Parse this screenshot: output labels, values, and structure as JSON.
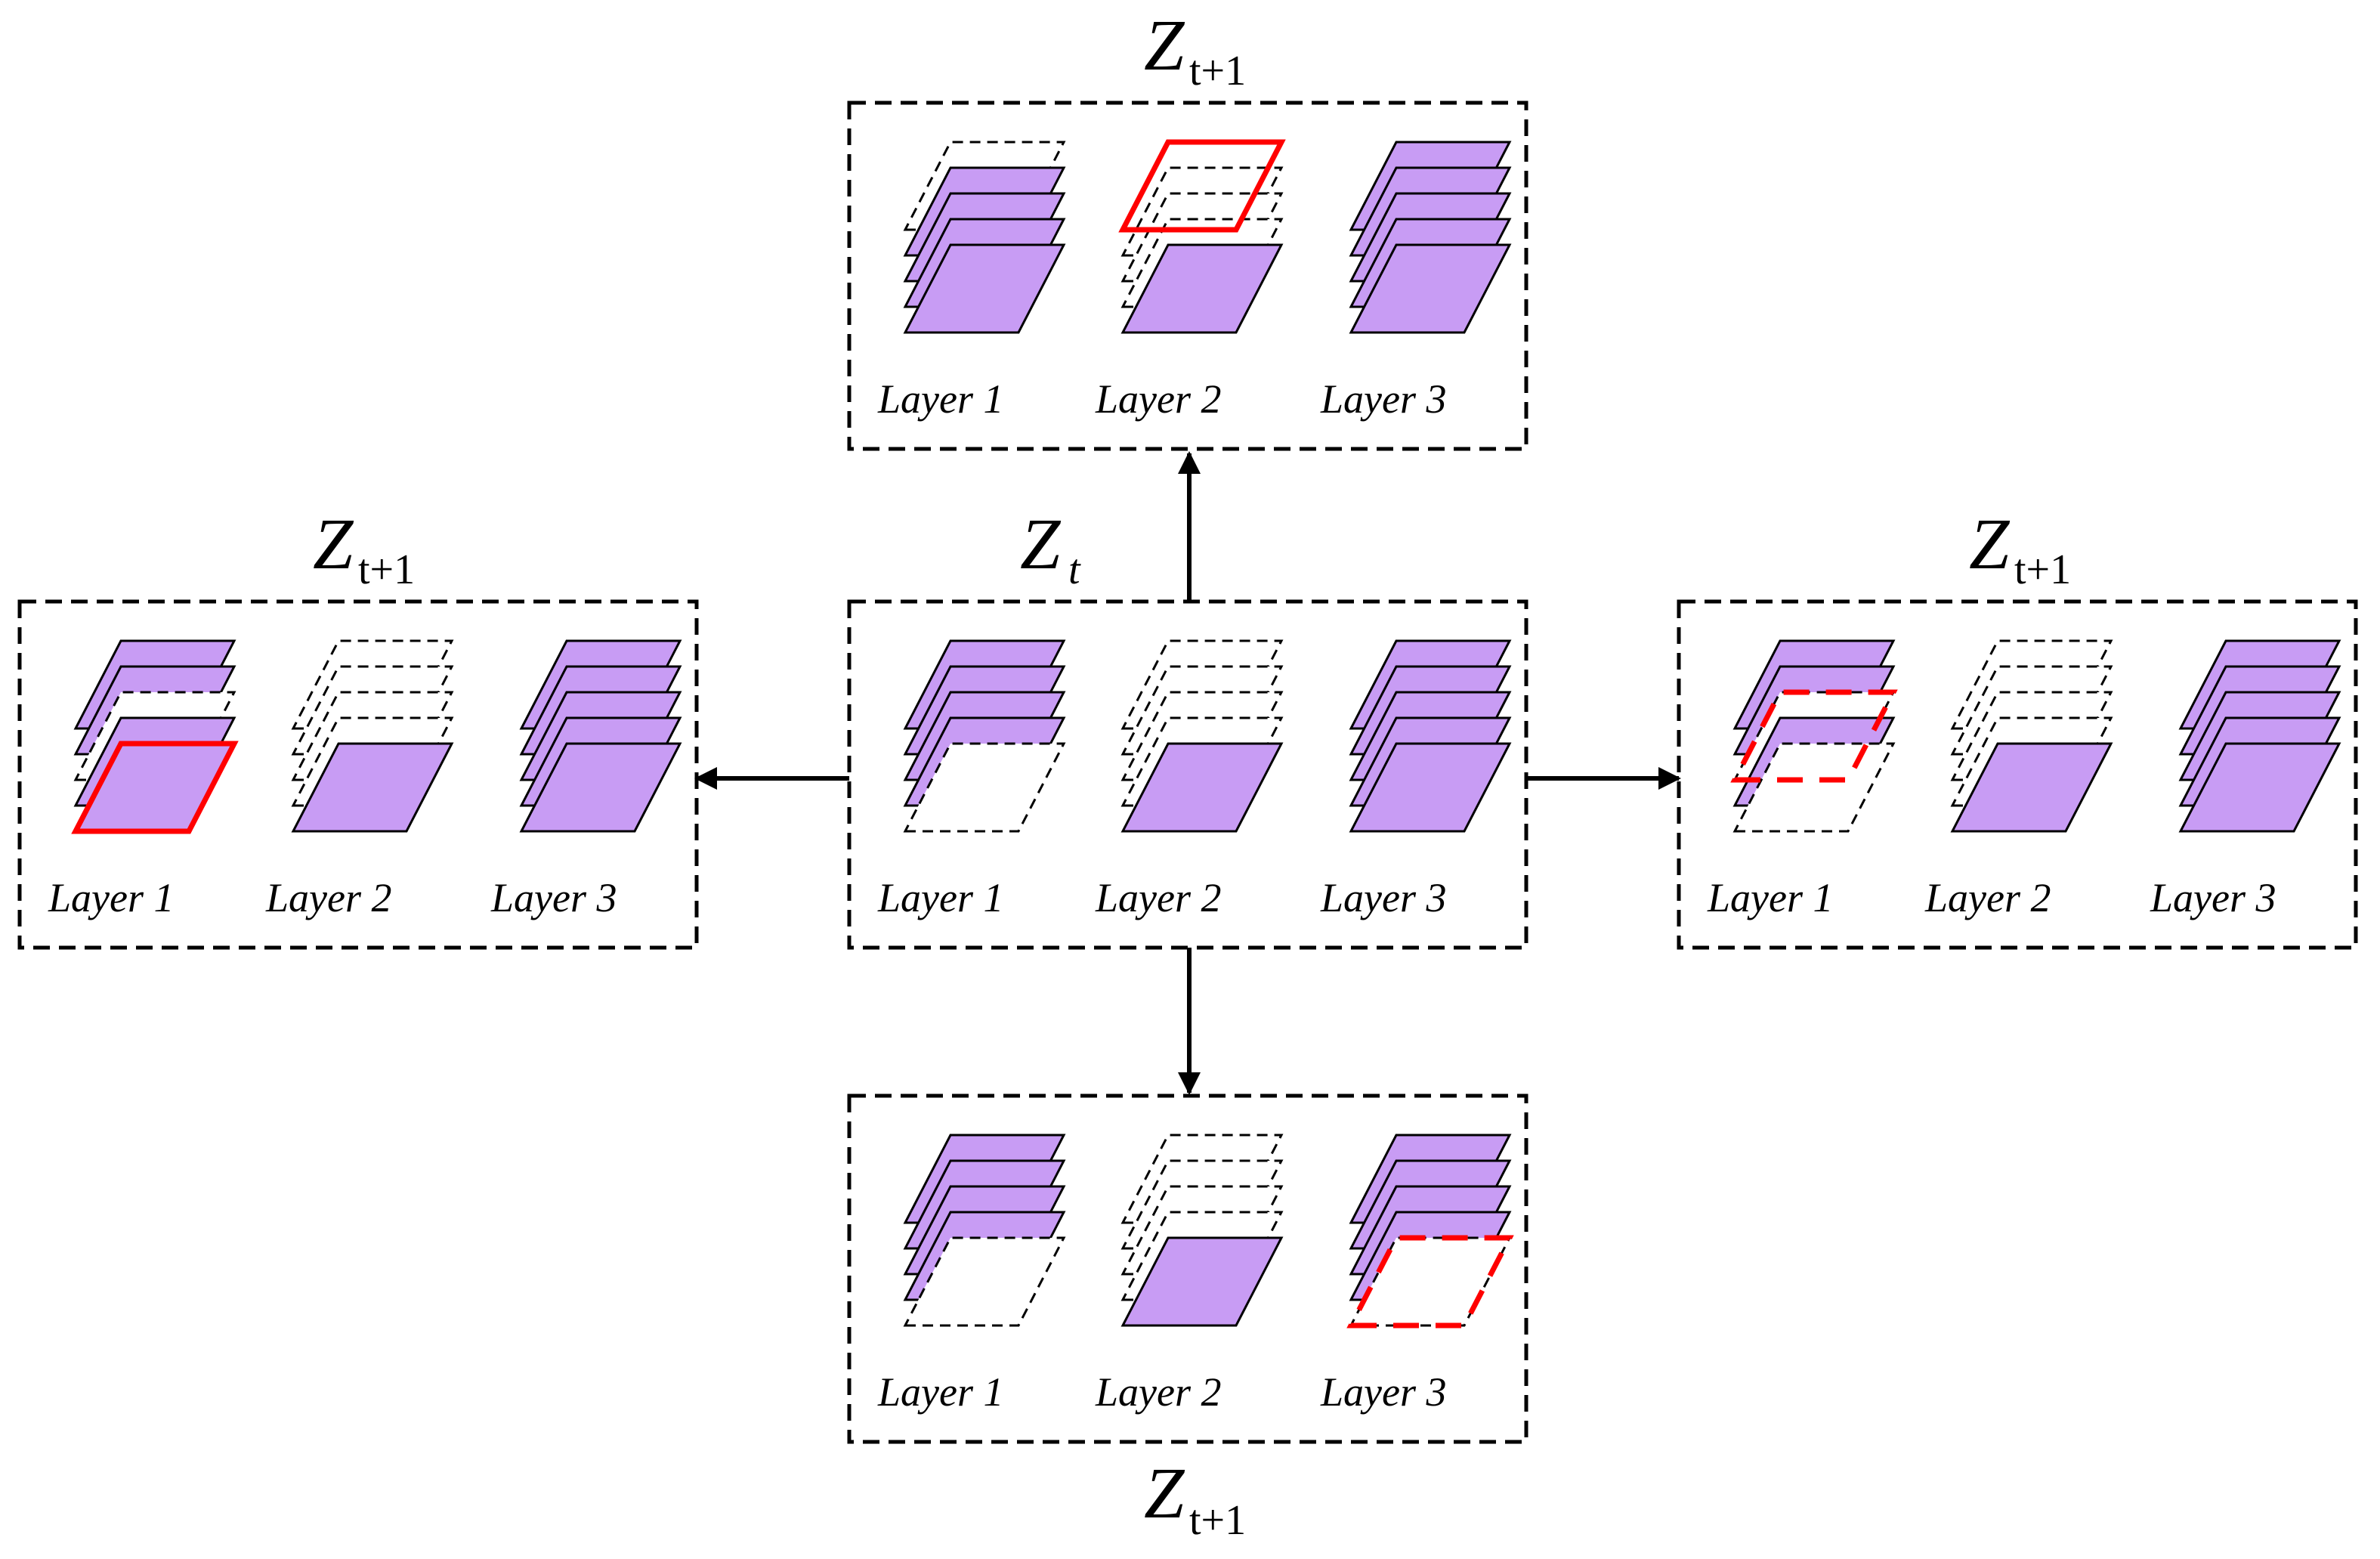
{
  "colors": {
    "fill": "#c89cf4",
    "stroke": "#000000",
    "highlight": "#ff0000",
    "background": "#ffffff"
  },
  "panels": [
    {
      "id": "top",
      "title": "Z",
      "subscript": "t+1",
      "layers": [
        {
          "label": "Layer 1",
          "count": 5,
          "solid": [
            0,
            1,
            2,
            3
          ],
          "highlight": null
        },
        {
          "label": "Layer 2",
          "count": 5,
          "solid": [
            0
          ],
          "highlight": {
            "sheet": 4,
            "style": "solid"
          }
        },
        {
          "label": "Layer 3",
          "count": 5,
          "solid": [
            0,
            1,
            2,
            3,
            4
          ],
          "highlight": null
        }
      ]
    },
    {
      "id": "left",
      "title": "Z",
      "subscript": "t+1",
      "layers": [
        {
          "label": "Layer 1",
          "count": 5,
          "solid": [
            0,
            1,
            3,
            4
          ],
          "highlight": {
            "sheet": 0,
            "style": "solid"
          }
        },
        {
          "label": "Layer 2",
          "count": 5,
          "solid": [
            0
          ],
          "highlight": null
        },
        {
          "label": "Layer 3",
          "count": 5,
          "solid": [
            0,
            1,
            2,
            3,
            4
          ],
          "highlight": null
        }
      ]
    },
    {
      "id": "center",
      "title": "Z",
      "subscript": "t",
      "layers": [
        {
          "label": "Layer 1",
          "count": 5,
          "solid": [
            1,
            2,
            3,
            4
          ],
          "highlight": null
        },
        {
          "label": "Layer 2",
          "count": 5,
          "solid": [
            0
          ],
          "highlight": null
        },
        {
          "label": "Layer 3",
          "count": 5,
          "solid": [
            0,
            1,
            2,
            3,
            4
          ],
          "highlight": null
        }
      ]
    },
    {
      "id": "right",
      "title": "Z",
      "subscript": "t+1",
      "layers": [
        {
          "label": "Layer 1",
          "count": 5,
          "solid": [
            1,
            3,
            4
          ],
          "highlight": {
            "sheet": 2,
            "style": "dashed"
          }
        },
        {
          "label": "Layer 2",
          "count": 5,
          "solid": [
            0
          ],
          "highlight": null
        },
        {
          "label": "Layer 3",
          "count": 5,
          "solid": [
            0,
            1,
            2,
            3,
            4
          ],
          "highlight": null
        }
      ]
    },
    {
      "id": "bottom",
      "title": "Z",
      "subscript": "t+1",
      "layers": [
        {
          "label": "Layer 1",
          "count": 5,
          "solid": [
            1,
            2,
            3,
            4
          ],
          "highlight": null
        },
        {
          "label": "Layer 2",
          "count": 5,
          "solid": [
            0
          ],
          "highlight": null
        },
        {
          "label": "Layer 3",
          "count": 5,
          "solid": [
            1,
            2,
            3,
            4
          ],
          "highlight": {
            "sheet": 0,
            "style": "dashed"
          }
        }
      ]
    }
  ],
  "arrows": [
    {
      "from": "center",
      "to": "top"
    },
    {
      "from": "center",
      "to": "left"
    },
    {
      "from": "center",
      "to": "right"
    },
    {
      "from": "center",
      "to": "bottom"
    }
  ]
}
